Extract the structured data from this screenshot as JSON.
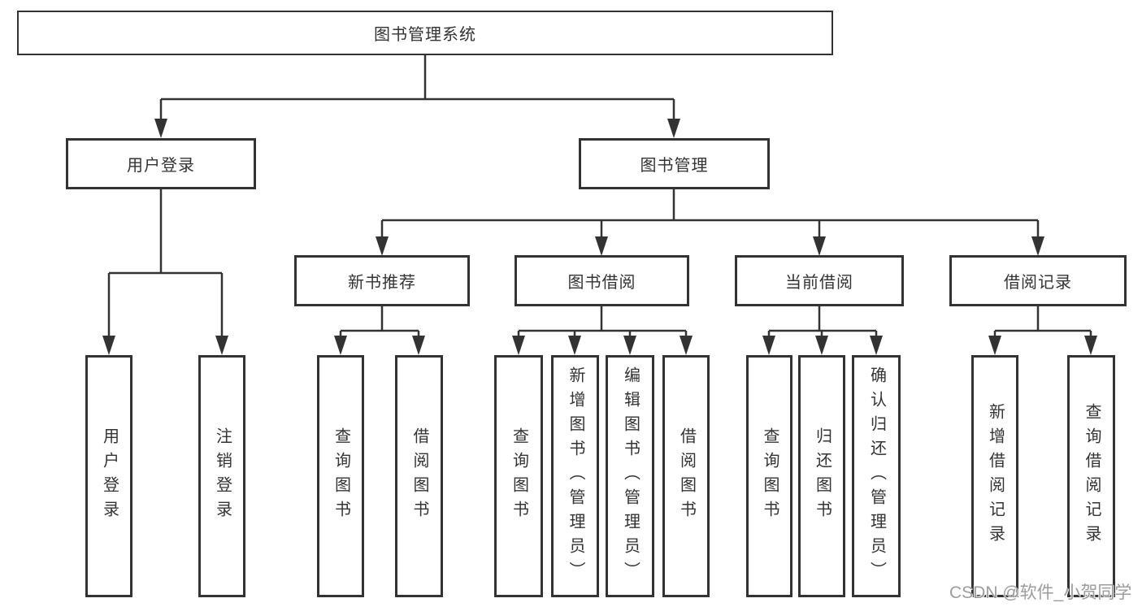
{
  "tree": {
    "label": "图书管理系统",
    "children": [
      {
        "label": "用户登录",
        "children": [
          {
            "label": "用户登录"
          },
          {
            "label": "注销登录"
          }
        ]
      },
      {
        "label": "图书管理",
        "children": [
          {
            "label": "新书推荐",
            "children": [
              {
                "label": "查询图书"
              },
              {
                "label": "借阅图书"
              }
            ]
          },
          {
            "label": "图书借阅",
            "children": [
              {
                "label": "查询图书"
              },
              {
                "label": "新增图书（管理员）"
              },
              {
                "label": "编辑图书（管理员）"
              },
              {
                "label": "借阅图书"
              }
            ]
          },
          {
            "label": "当前借阅",
            "children": [
              {
                "label": "查询图书"
              },
              {
                "label": "归还图书"
              },
              {
                "label": "确认归还（管理员）"
              }
            ]
          },
          {
            "label": "借阅记录",
            "children": [
              {
                "label": "新增借阅记录"
              },
              {
                "label": "查询借阅记录"
              }
            ]
          }
        ]
      }
    ]
  },
  "watermark": "CSDN @软件_小贺同学",
  "colors": {
    "line": "#333333",
    "text": "#333333",
    "watermark": "#9c9c9c",
    "background": "#ffffff"
  }
}
